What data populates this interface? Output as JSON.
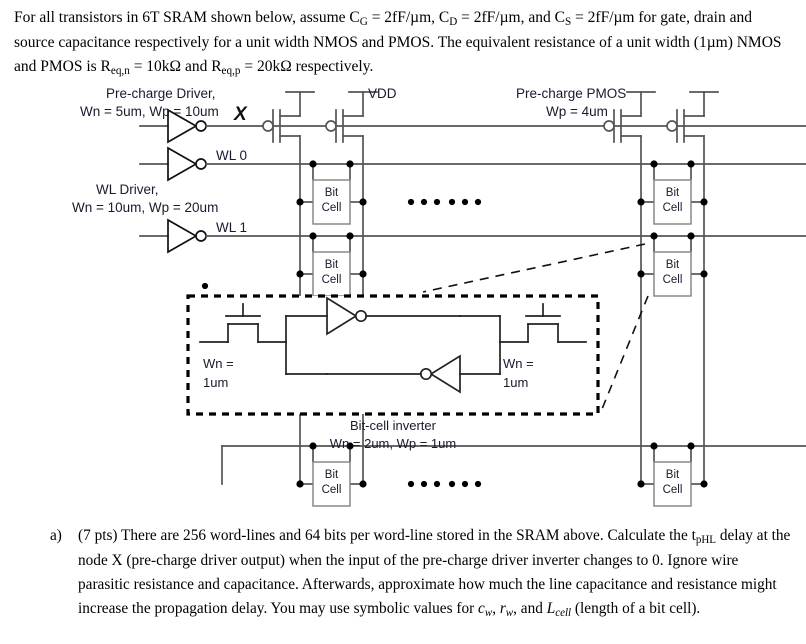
{
  "problem": {
    "line_intro": "For all transistors in 6T SRAM shown below, assume C",
    "cg": "G",
    "t1": " = 2fF/µm, C",
    "cd": "D",
    "t2": " = 2fF/µm, and C",
    "cs": "S",
    "t3": " = 2fF/µm for gate, drain and source capacitance respectively for a unit width NMOS and PMOS. The equivalent resistance of a unit width (1µm) NMOS and PMOS is R",
    "reqn": "eq,n",
    "t4": " = 10kΩ and R",
    "reqp": "eq,p",
    "t5": " = 20kΩ respectively.",
    "full_text": "For all transistors in 6T SRAM shown below, assume CG = 2fF/µm, CD = 2fF/µm, and CS = 2fF/µm for gate, drain and source capacitance respectively for a unit width NMOS and PMOS. The equivalent resistance of a unit width (1µm) NMOS and PMOS is Req,n = 10kΩ and Req,p = 20kΩ respectively."
  },
  "figure": {
    "labels": {
      "precharge_driver_l1": "Pre-charge Driver,",
      "precharge_driver_l2": "Wn = 5um, Wp = 10um",
      "node_x": "X",
      "vdd": "VDD",
      "wl_driver_l1": "WL Driver,",
      "wl_driver_l2": "Wn = 10um, Wp = 20um",
      "wl0": "WL 0",
      "wl1": "WL 1",
      "precharge_pmos_l1": "Pre-charge PMOS",
      "precharge_pmos_l2": "Wp = 4um",
      "bit_cell_l1": "Bit",
      "bit_cell_l2": "Cell",
      "inset_wn_left_l1": "Wn =",
      "inset_wn_left_l2": "1um",
      "inset_wn_right_l1": "Wn =",
      "inset_wn_right_l2": "1um",
      "inset_caption_l1": "Bit-cell inverter",
      "inset_caption_l2": "Wn = 2um, Wp = 1um"
    },
    "colors": {
      "wire": "#555555",
      "node_dot": "#000000",
      "cell_border": "#808080",
      "cell_fill": "#ffffff",
      "text": "#1a1a2e",
      "dashed": "#000000"
    }
  },
  "question": {
    "marker": "a)",
    "text_l1": "(7 pts) There are 256 word-lines and 64 bits per word-line stored in the SRAM above. Calculate",
    "t_pre": "the t",
    "t_sub": "pHL",
    "text_l2": " delay at the node X (pre-charge driver output) when the input of the pre-charge driver",
    "text_l3": "inverter changes to 0. Ignore wire parasitic resistance and capacitance. Afterwards, approximate",
    "text_l4": "how much the line capacitance and resistance might increase the propagation delay. You may use",
    "text_l5_pre": "symbolic values for ",
    "sym_cw": "c",
    "sym_cw_sub": "w",
    "sym_sep1": ", ",
    "sym_rw": "r",
    "sym_rw_sub": "w",
    "sym_sep2": ", and ",
    "sym_lcell": "L",
    "sym_lcell_sub": "cell",
    "text_l5_post": " (length of a bit cell).",
    "full_text": "a) (7 pts) There are 256 word-lines and 64 bits per word-line stored in the SRAM above. Calculate the tpHL delay at the node X (pre-charge driver output) when the input of the pre-charge driver inverter changes to 0. Ignore wire parasitic resistance and capacitance. Afterwards, approximate how much the line capacitance and resistance might increase the propagation delay. You may use symbolic values for cw, rw, and Lcell (length of a bit cell)."
  }
}
